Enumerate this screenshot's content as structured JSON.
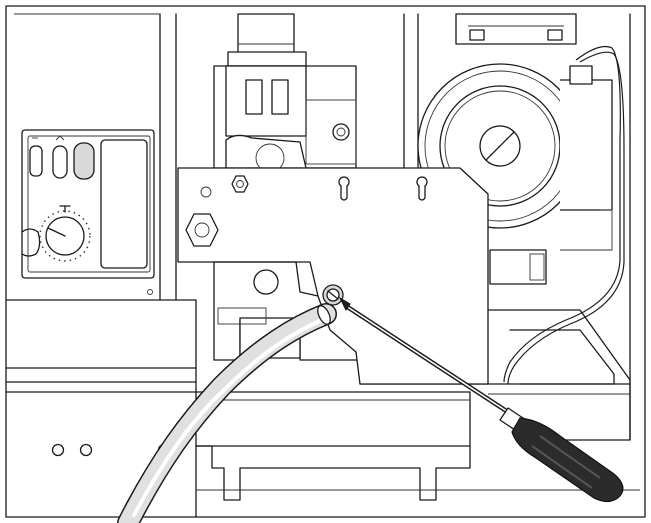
{
  "figure": {
    "colors": {
      "background": "#ffffff",
      "line": "#1a1a1a",
      "grey_fill": "#d9d9d9",
      "tube_fill": "#e0e0e0",
      "handle_fill": "#2b2b2b"
    },
    "icons": [
      "frame",
      "control-panel",
      "thermostat-dial",
      "gas-valve",
      "fan-housing",
      "mounting-plate",
      "screw",
      "screwdriver",
      "flexible-tube",
      "capillary-wire"
    ]
  }
}
